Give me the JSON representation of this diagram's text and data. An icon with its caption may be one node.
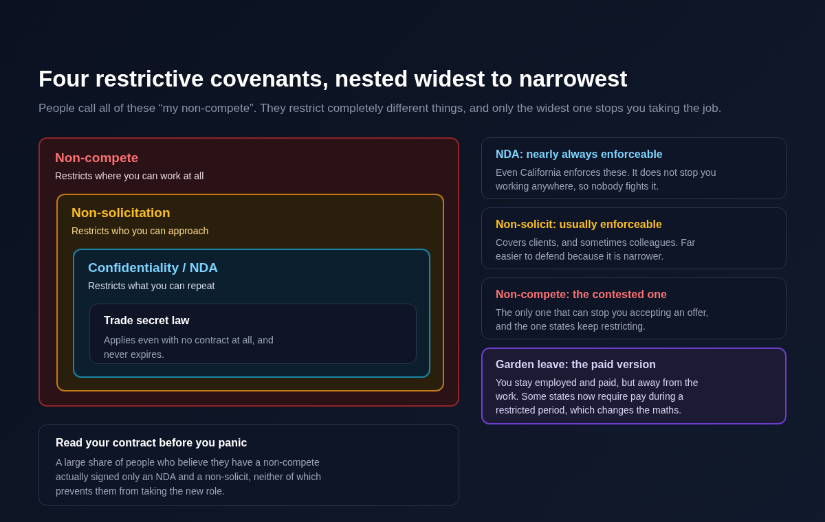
{
  "diagram": {
    "title": "Four restrictive covenants, nested widest to narrowest",
    "caption": "People call all of these “my non-compete”. They restrict completely different things, and only the widest one stops you taking the job.",
    "nodes": [
      {
        "text": [
          "Non-compete",
          "Restricts where you can work at all"
        ]
      },
      {
        "text": [
          "Non-solicitation",
          "Restricts who you can approach"
        ],
        "in": 0
      },
      {
        "text": [
          "Confidentiality / NDA",
          "Restricts what you can repeat"
        ],
        "in": 1
      },
      {
        "text": [
          "Trade secret law",
          "Applies even with no contract at all, and never expires."
        ],
        "in": 2
      },
      {
        "text": [
          "Read your contract before you panic",
          "A large share of people who believe they have a non-compete actually signed only an NDA and a non-solicit, neither of which prevents them from taking the new role."
        ]
      },
      {
        "text": [
          "NDA: nearly always enforceable",
          "Even California enforces these. It does not stop you working anywhere, so nobody fights it."
        ]
      },
      {
        "text": [
          "Non-solicit: usually enforceable",
          "Covers clients, and sometimes colleagues. Far easier to defend because it is narrower."
        ]
      },
      {
        "text": [
          "Non-compete: the contested one",
          "The only one that can stop you accepting an offer, and the one states keep restricting."
        ]
      },
      {
        "text": [
          "Garden leave: the paid version",
          "You stay employed and paid, but away from the work. Some states now require pay during a restricted period, which changes the maths."
        ]
      }
    ]
  }
}
